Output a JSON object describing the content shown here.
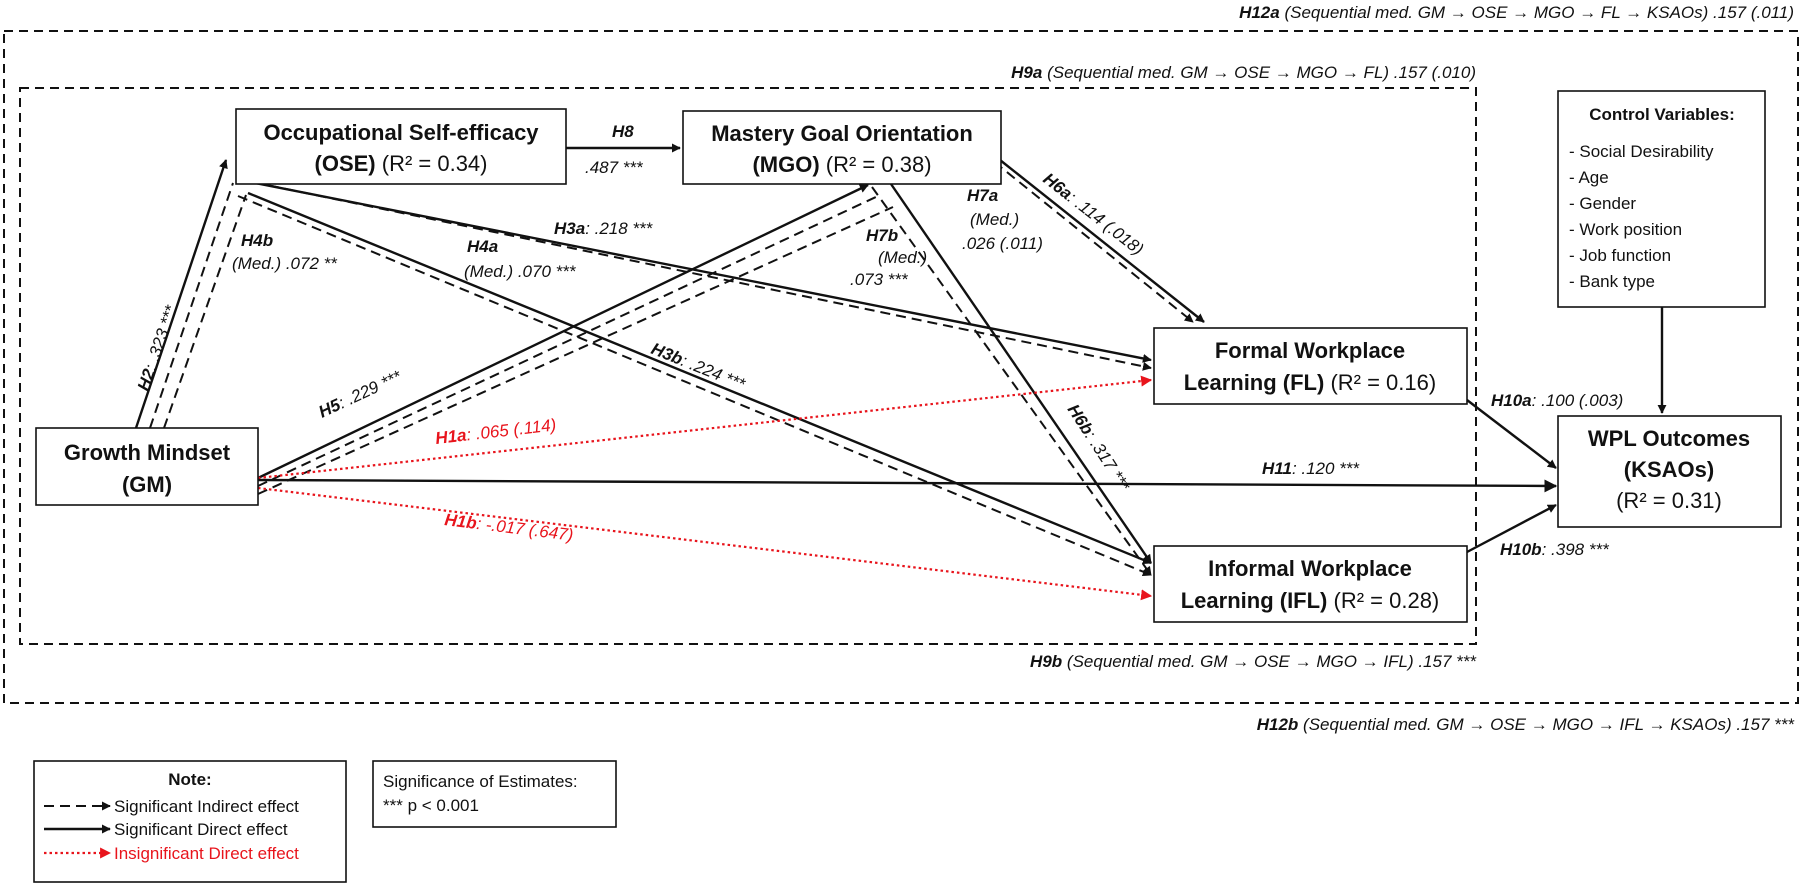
{
  "frames": {
    "outer_top": {
      "hyp": "H12a",
      "text": "(Sequential med. GM → OSE → MGO → FL → KSAOs) .157 (.011)"
    },
    "inner_top": {
      "hyp": "H9a",
      "text": "(Sequential med. GM → OSE → MGO → FL) .157 (.010)"
    },
    "inner_bottom": {
      "hyp": "H9b",
      "text": "(Sequential med. GM → OSE → MGO → IFL) .157 ***"
    },
    "outer_bottom": {
      "hyp": "H12b",
      "text": "(Sequential med. GM → OSE → MGO → IFL → KSAOs) .157 ***"
    }
  },
  "nodes": {
    "ose": {
      "line1": "Occupational Self-efficacy",
      "line2_bold": "(OSE)",
      "line2_rest": " (R² = 0.34)"
    },
    "mgo": {
      "line1": "Mastery Goal Orientation",
      "line2_bold": "(MGO)",
      "line2_rest": " (R² = 0.38)"
    },
    "gm": {
      "line1": "Growth Mindset",
      "line2": "(GM)"
    },
    "fl": {
      "line1": "Formal Workplace",
      "line2_bold": "Learning (FL)",
      "line2_rest": " (R² = 0.16)"
    },
    "ifl": {
      "line1": "Informal Workplace",
      "line2_bold": "Learning (IFL)",
      "line2_rest": " (R² = 0.28)"
    },
    "wpl": {
      "line1": "WPL Outcomes",
      "line2": "(KSAOs)",
      "line3": "(R² = 0.31)"
    },
    "controls": {
      "title": "Control Variables:",
      "items": [
        "- Social Desirability",
        "- Age",
        "- Gender",
        "- Work position",
        "- Job function",
        "- Bank type"
      ]
    }
  },
  "paths": {
    "h8": {
      "hyp": "H8",
      "value": ".487 ***"
    },
    "h2": {
      "hyp": "H2",
      "value": ": .323 ***"
    },
    "h4b": {
      "hyp": "H4b",
      "value": "(Med.) .072 **"
    },
    "h4a": {
      "hyp": "H4a",
      "value": "(Med.) .070 ***"
    },
    "h3a": {
      "hyp": "H3a",
      "value": ": .218 ***"
    },
    "h7b": {
      "hyp": "H7b",
      "med": "(Med.)",
      "value": ".073 ***"
    },
    "h7a": {
      "hyp": "H7a",
      "med": "(Med.)",
      "value": ".026 (.011)"
    },
    "h6a": {
      "hyp": "H6a",
      "value": ": .114 (.018)"
    },
    "h5": {
      "hyp": "H5",
      "value": ": .229 ***"
    },
    "h3b": {
      "hyp": "H3b",
      "value": ": .224 ***"
    },
    "h1a": {
      "hyp": "H1a",
      "value": ": .065 (.114)"
    },
    "h6b": {
      "hyp": "H6b",
      "value": ": .317 ***"
    },
    "h11": {
      "hyp": "H11",
      "value": ": .120 ***"
    },
    "h1b": {
      "hyp": "H1b",
      "value": ": -.017 (.647)"
    },
    "h10a": {
      "hyp": "H10a",
      "value": ": .100 (.003)"
    },
    "h10b": {
      "hyp": "H10b",
      "value": ": .398 ***"
    }
  },
  "note": {
    "title": "Note:",
    "indirect": "Significant Indirect effect",
    "direct": "Significant Direct effect",
    "insignificant": "Insignificant Direct effect"
  },
  "significance": {
    "title": "Significance of Estimates:",
    "line": "*** p < 0.001"
  },
  "colors": {
    "line": "#111111",
    "insignificant": "#e8141c",
    "background": "#ffffff"
  }
}
